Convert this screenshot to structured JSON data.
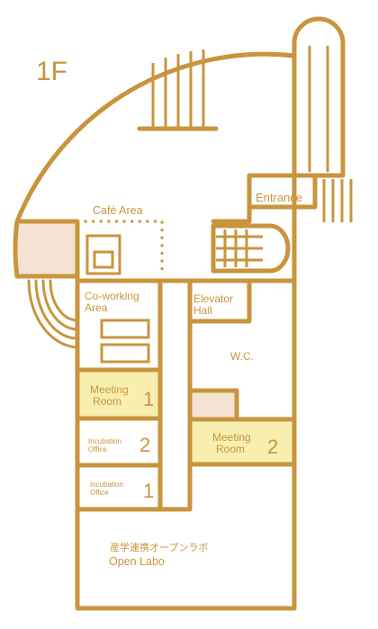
{
  "floor": {
    "label": "1F"
  },
  "rooms": {
    "cafe": {
      "label": "Café Area"
    },
    "entrance": {
      "label": "Entrance"
    },
    "coworking": {
      "line1": "Co-working",
      "line2": "Area"
    },
    "elevator": {
      "line1": "Elevator",
      "line2": "Hall"
    },
    "wc": {
      "label": "W.C."
    },
    "meeting1": {
      "line1": "Meeting",
      "line2": "Room",
      "number": "1"
    },
    "meeting2": {
      "line1": "Meeting",
      "line2": "Room",
      "number": "2"
    },
    "incubation2": {
      "line1": "Incubation",
      "line2": "Office",
      "number": "2"
    },
    "incubation1": {
      "line1": "Incubation",
      "line2": "Office",
      "number": "1"
    },
    "openlabo": {
      "japanese": "産学連携オープンラボ",
      "english": "Open Labo"
    }
  },
  "colors": {
    "wall": "#c8953d",
    "meeting_room_fill": "#f8eeb0",
    "beige_fill": "#f5e2d3"
  }
}
